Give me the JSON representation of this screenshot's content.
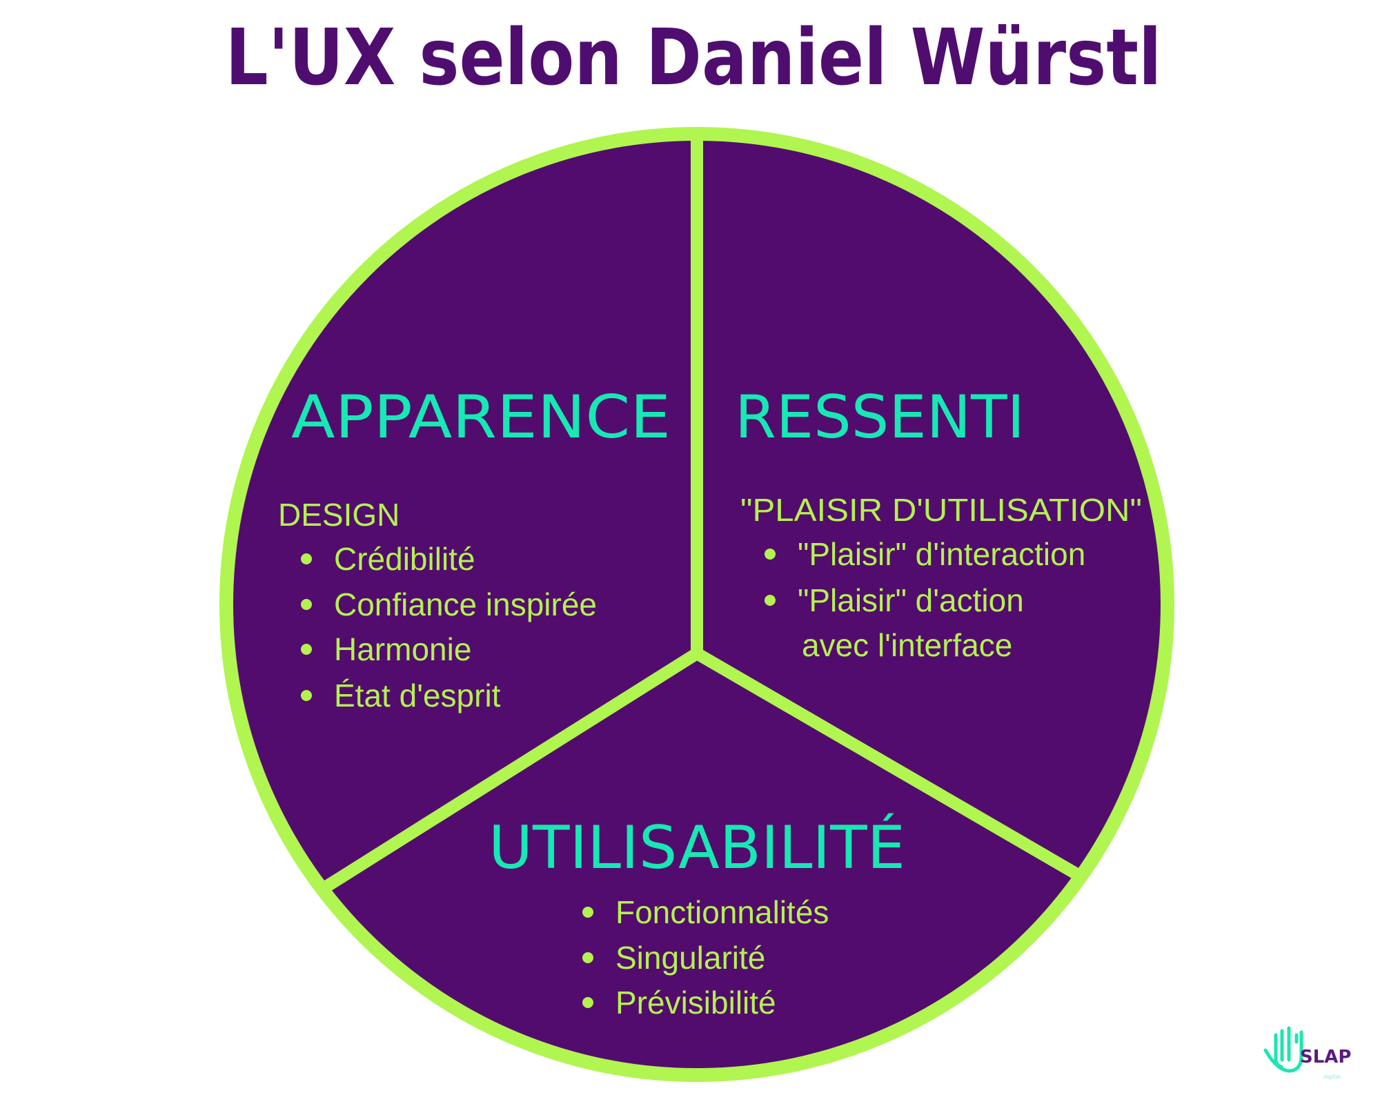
{
  "title": "L'UX selon Daniel Würstl",
  "colors": {
    "purple": "#520c6e",
    "ring": "#b0f550",
    "heading": "#17e8b4",
    "text": "#b4f24f"
  },
  "sections": {
    "apparence": {
      "heading": "APPARENCE",
      "subheading": "DESIGN",
      "items": [
        "Crédibilité",
        "Confiance inspirée",
        "Harmonie",
        "État d'esprit"
      ]
    },
    "ressenti": {
      "heading": "RESSENTI",
      "subheading": "\"PLAISIR D'UTILISATION\"",
      "items": [
        "\"Plaisir\" d'interaction",
        "\"Plaisir\" d'action"
      ],
      "item_continuation": "avec l'interface"
    },
    "utilisabilite": {
      "heading": "UTILISABILITÉ",
      "items": [
        "Fonctionnalités",
        "Singularité",
        "Prévisibilité"
      ]
    }
  },
  "logo": {
    "name": "SLAP",
    "tagline": "digital"
  }
}
